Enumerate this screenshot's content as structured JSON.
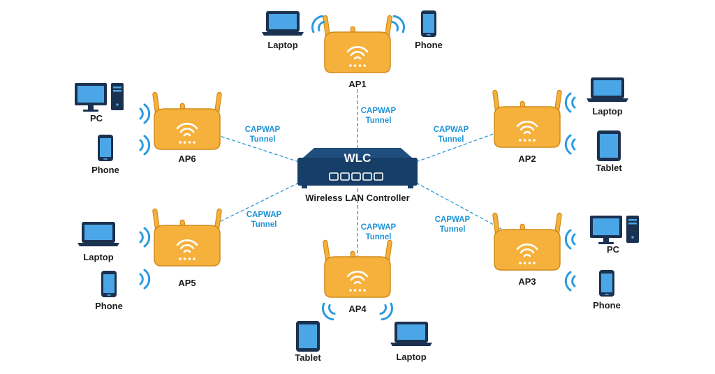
{
  "colors": {
    "ap_body": "#f6b13c",
    "ap_stroke": "#d08a1a",
    "wlc_body": "#163e66",
    "device_blue": "#4aa6e6",
    "device_dark": "#1b3150",
    "link": "#2e9ad8",
    "wifi_wave": "#2a9be0"
  },
  "controller": {
    "title": "WLC",
    "subtitle": "Wireless LAN Controller"
  },
  "tunnels": [
    {
      "id": "ap1",
      "line1": "CAPWAP",
      "line2": "Tunnel"
    },
    {
      "id": "ap2",
      "line1": "CAPWAP",
      "line2": "Tunnel"
    },
    {
      "id": "ap3",
      "line1": "CAPWAP",
      "line2": "Tunnel"
    },
    {
      "id": "ap4",
      "line1": "CAPWAP",
      "line2": "Tunnel"
    },
    {
      "id": "ap5",
      "line1": "CAPWAP",
      "line2": "Tunnel"
    },
    {
      "id": "ap6",
      "line1": "CAPWAP",
      "line2": "Tunnel"
    }
  ],
  "access_points": [
    {
      "id": "ap1",
      "label": "AP1"
    },
    {
      "id": "ap2",
      "label": "AP2"
    },
    {
      "id": "ap3",
      "label": "AP3"
    },
    {
      "id": "ap4",
      "label": "AP4"
    },
    {
      "id": "ap5",
      "label": "AP5"
    },
    {
      "id": "ap6",
      "label": "AP6"
    }
  ],
  "devices": [
    {
      "id": "ap1-laptop",
      "type": "laptop",
      "label": "Laptop"
    },
    {
      "id": "ap1-phone",
      "type": "phone",
      "label": "Phone"
    },
    {
      "id": "ap2-laptop",
      "type": "laptop",
      "label": "Laptop"
    },
    {
      "id": "ap2-tablet",
      "type": "tablet",
      "label": "Tablet"
    },
    {
      "id": "ap3-pc",
      "type": "pc",
      "label": "PC"
    },
    {
      "id": "ap3-phone",
      "type": "phone",
      "label": "Phone"
    },
    {
      "id": "ap4-tablet",
      "type": "tablet",
      "label": "Tablet"
    },
    {
      "id": "ap4-laptop",
      "type": "laptop",
      "label": "Laptop"
    },
    {
      "id": "ap5-laptop",
      "type": "laptop",
      "label": "Laptop"
    },
    {
      "id": "ap5-phone",
      "type": "phone",
      "label": "Phone"
    },
    {
      "id": "ap6-pc",
      "type": "pc",
      "label": "PC"
    },
    {
      "id": "ap6-phone",
      "type": "phone",
      "label": "Phone"
    }
  ]
}
